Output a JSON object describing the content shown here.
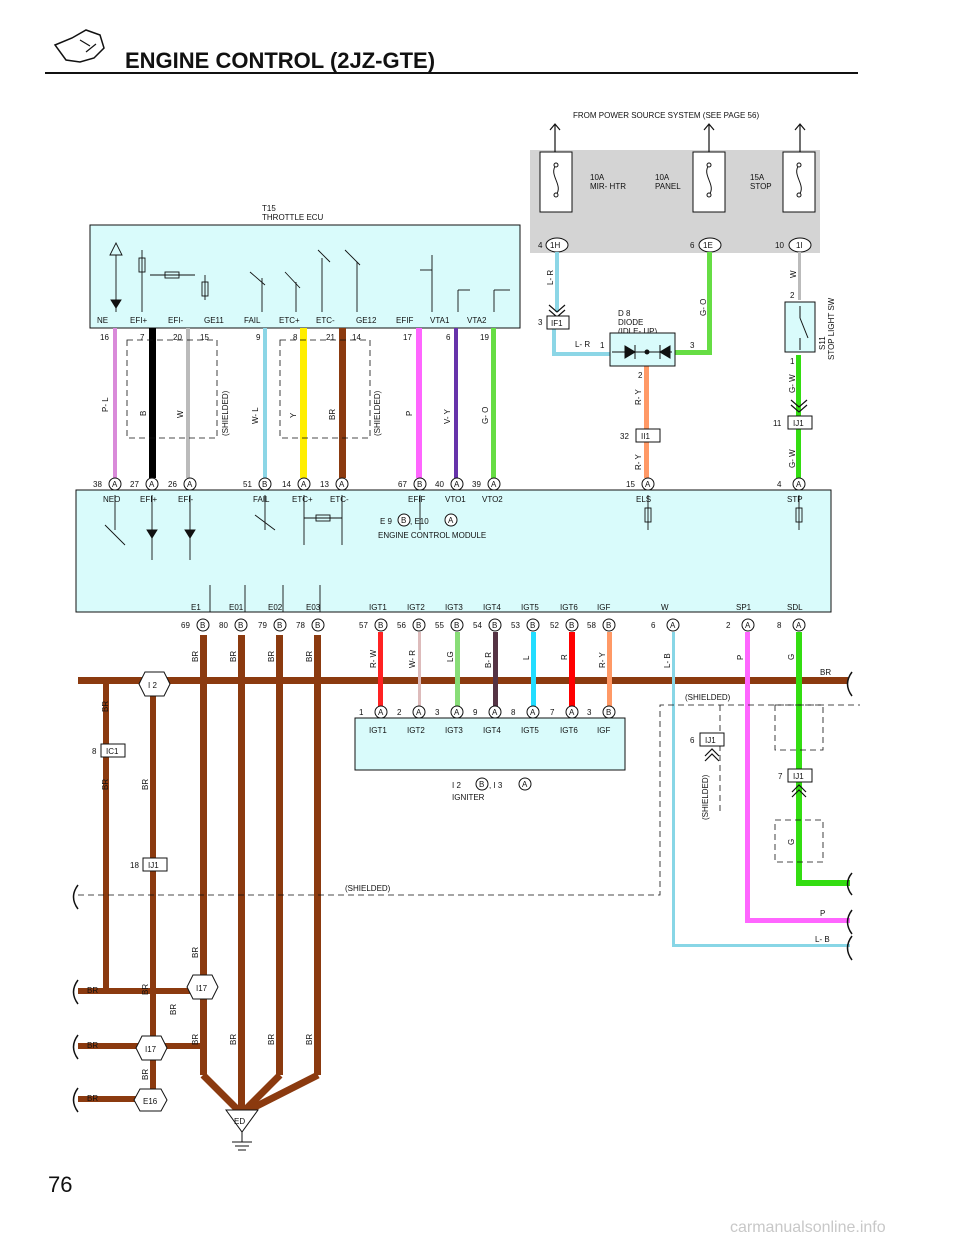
{
  "title": "ENGINE CONTROL (2JZ-GTE)",
  "page_number": "76",
  "watermark": "carmanualsonline.info",
  "power_source": {
    "label": "FROM POWER SOURCE SYSTEM (SEE PAGE 56)",
    "fuses": [
      {
        "amp": "10A",
        "name": "MIR- HTR",
        "pin": "4",
        "conn": "1H"
      },
      {
        "amp": "10A",
        "name": "PANEL",
        "pin": "6",
        "conn": "1E"
      },
      {
        "amp": "15A",
        "name": "STOP",
        "pin": "10",
        "conn": "1I"
      }
    ]
  },
  "throttle_ecu": {
    "code": "T15",
    "name": "THROTTLE ECU",
    "terminals": [
      {
        "name": "NE",
        "pin": "16"
      },
      {
        "name": "EFI+",
        "pin": "7"
      },
      {
        "name": "EFI-",
        "pin": "20"
      },
      {
        "name": "GE11",
        "pin": "15"
      },
      {
        "name": "FAIL",
        "pin": "9"
      },
      {
        "name": "ETC+",
        "pin": "8"
      },
      {
        "name": "ETC-",
        "pin": "21"
      },
      {
        "name": "GE12",
        "pin": "14"
      },
      {
        "name": "EFIF",
        "pin": "17"
      },
      {
        "name": "VTA1",
        "pin": "6"
      },
      {
        "name": "VTA2",
        "pin": "19"
      }
    ]
  },
  "wires_upper": [
    {
      "color_code": "P- L",
      "hex": "#d98ad9"
    },
    {
      "color_code": "B",
      "hex": "#000000"
    },
    {
      "color_code": "W",
      "hex": "#bbbbbb"
    },
    {
      "color_code": "W- L",
      "hex": "#8cd6e6"
    },
    {
      "color_code": "Y",
      "hex": "#ffee00"
    },
    {
      "color_code": "BR",
      "hex": "#8b3a0f"
    },
    {
      "color_code": "P",
      "hex": "#ff66ff"
    },
    {
      "color_code": "V- Y",
      "hex": "#6633aa"
    },
    {
      "color_code": "G- O",
      "hex": "#66dd44"
    }
  ],
  "shielded": "(SHIELDED)",
  "diode": {
    "code": "D 8",
    "name": "DIODE",
    "sub": "(IDLE- UP)",
    "pin_in": "1",
    "pin_out": "3",
    "pin_bottom": "2"
  },
  "stop_sw": {
    "code": "S11",
    "name": "STOP LIGHT SW",
    "pin_top": "2",
    "pin_bottom": "1"
  },
  "connectors": {
    "if1": {
      "name": "IF1",
      "pin": "3"
    },
    "ii1": {
      "name": "II1",
      "pin": "32"
    },
    "ij1_top": {
      "name": "IJ1",
      "pin": "11"
    },
    "ij1_a": {
      "name": "IJ1",
      "pin": "6"
    },
    "ij1_b": {
      "name": "IJ1",
      "pin": "7"
    },
    "ij1_c": {
      "name": "IJ1",
      "pin": "18"
    },
    "ic1": {
      "name": "IC1",
      "pin": "8"
    }
  },
  "wire_labels": {
    "l_r": "L- R",
    "g_o": "G- O",
    "w": "W",
    "r_y": "R- Y",
    "g_w": "G- W",
    "br": "BR",
    "p": "P",
    "l_b": "L- B",
    "g": "G"
  },
  "ecm": {
    "codes": "E 9",
    "codes_a": ", E10",
    "name": "ENGINE CONTROL MODULE",
    "top_terms": [
      {
        "pin": "38",
        "c": "A",
        "name": "NEO"
      },
      {
        "pin": "27",
        "c": "A",
        "name": "EFI+"
      },
      {
        "pin": "26",
        "c": "A",
        "name": "EFI-"
      },
      {
        "pin": "51",
        "c": "B",
        "name": "FAIL"
      },
      {
        "pin": "14",
        "c": "A",
        "name": "ETC+"
      },
      {
        "pin": "13",
        "c": "A",
        "name": "ETC-"
      },
      {
        "pin": "67",
        "c": "B",
        "name": "EFIF"
      },
      {
        "pin": "40",
        "c": "A",
        "name": "VTO1"
      },
      {
        "pin": "39",
        "c": "A",
        "name": "VTO2"
      },
      {
        "pin": "15",
        "c": "A",
        "name": "ELS"
      },
      {
        "pin": "4",
        "c": "A",
        "name": "STP"
      }
    ],
    "bottom_terms": [
      {
        "pin": "69",
        "c": "B",
        "name": "E1"
      },
      {
        "pin": "80",
        "c": "B",
        "name": "E01"
      },
      {
        "pin": "79",
        "c": "B",
        "name": "E02"
      },
      {
        "pin": "78",
        "c": "B",
        "name": "E03"
      },
      {
        "pin": "57",
        "c": "B",
        "name": "IGT1"
      },
      {
        "pin": "56",
        "c": "B",
        "name": "IGT2"
      },
      {
        "pin": "55",
        "c": "B",
        "name": "IGT3"
      },
      {
        "pin": "54",
        "c": "B",
        "name": "IGT4"
      },
      {
        "pin": "53",
        "c": "B",
        "name": "IGT5"
      },
      {
        "pin": "52",
        "c": "B",
        "name": "IGT6"
      },
      {
        "pin": "58",
        "c": "B",
        "name": "IGF"
      },
      {
        "pin": "6",
        "c": "A",
        "name": "W"
      },
      {
        "pin": "2",
        "c": "A",
        "name": "SP1"
      },
      {
        "pin": "8",
        "c": "A",
        "name": "SDL"
      }
    ]
  },
  "igt_wires": [
    {
      "color_code": "R- W",
      "hex": "#ff2222"
    },
    {
      "color_code": "W- R",
      "hex": "#ddbbbb"
    },
    {
      "color_code": "LG",
      "hex": "#88dd77"
    },
    {
      "color_code": "B- R",
      "hex": "#553344"
    },
    {
      "color_code": "L",
      "hex": "#22ddff"
    },
    {
      "color_code": "R",
      "hex": "#ff0000"
    },
    {
      "color_code": "R- Y",
      "hex": "#ff9966"
    },
    {
      "color_code": "L- B",
      "hex": "#88d6e6"
    },
    {
      "color_code": "P",
      "hex": "#ff66ff"
    },
    {
      "color_code": "G",
      "hex": "#33dd11"
    }
  ],
  "igniter": {
    "codes": "I 2",
    "codes_a": ", I 3",
    "name": "IGNITER",
    "terms": [
      {
        "pin": "1",
        "c": "A",
        "name": "IGT1"
      },
      {
        "pin": "2",
        "c": "A",
        "name": "IGT2"
      },
      {
        "pin": "3",
        "c": "A",
        "name": "IGT3"
      },
      {
        "pin": "9",
        "c": "A",
        "name": "IGT4"
      },
      {
        "pin": "8",
        "c": "A",
        "name": "IGT5"
      },
      {
        "pin": "7",
        "c": "A",
        "name": "IGT6"
      },
      {
        "pin": "3",
        "c": "B",
        "name": "IGF"
      }
    ]
  },
  "junctions": {
    "i2": "I 2",
    "i17a": "I17",
    "i17b": "I17",
    "e16": "E16",
    "ed": "ED"
  },
  "misc": {
    "b_circ": "B",
    "a_circ": "A",
    "shielded_l": "(SHIELDED)"
  }
}
